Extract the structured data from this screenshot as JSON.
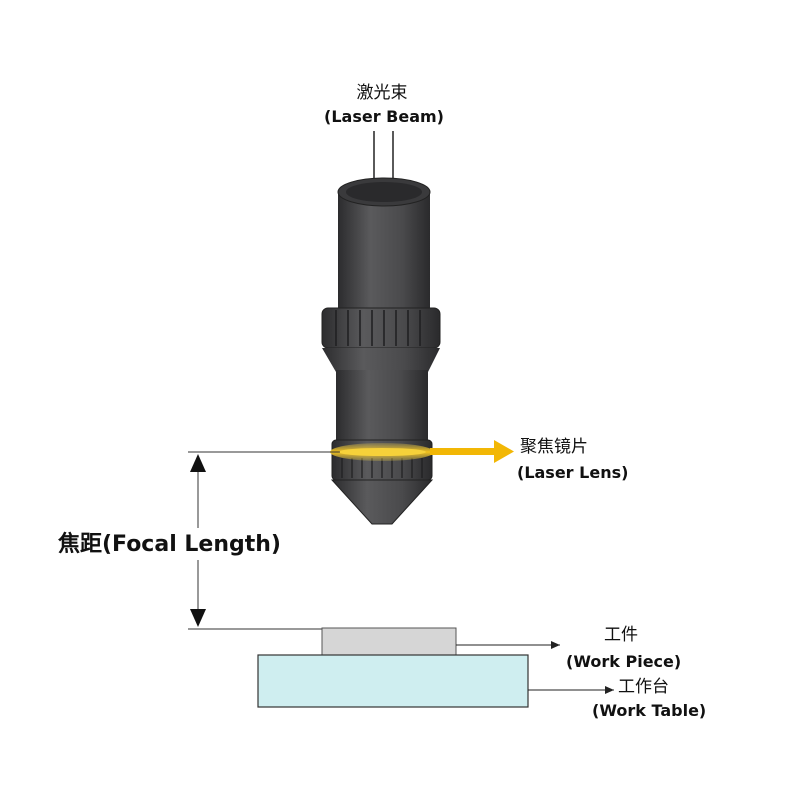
{
  "labels": {
    "laser_beam_cn": "激光束",
    "laser_beam_en": "(Laser Beam)",
    "laser_lens_cn": "聚焦镜片",
    "laser_lens_en": "(Laser Lens)",
    "focal_length": "焦距(Focal Length)",
    "work_piece_cn": "工件",
    "work_piece_en": "(Work Piece)",
    "work_table_cn": "工作台",
    "work_table_en": "(Work Table)"
  },
  "colors": {
    "nozzle_body": "#4a4a4c",
    "nozzle_dark": "#2e2e30",
    "lens_glow": "#f3c21b",
    "arrow_yellow": "#f2b705",
    "work_piece": "#d6d6d6",
    "work_table": "#cfeef0",
    "line": "#333333"
  }
}
